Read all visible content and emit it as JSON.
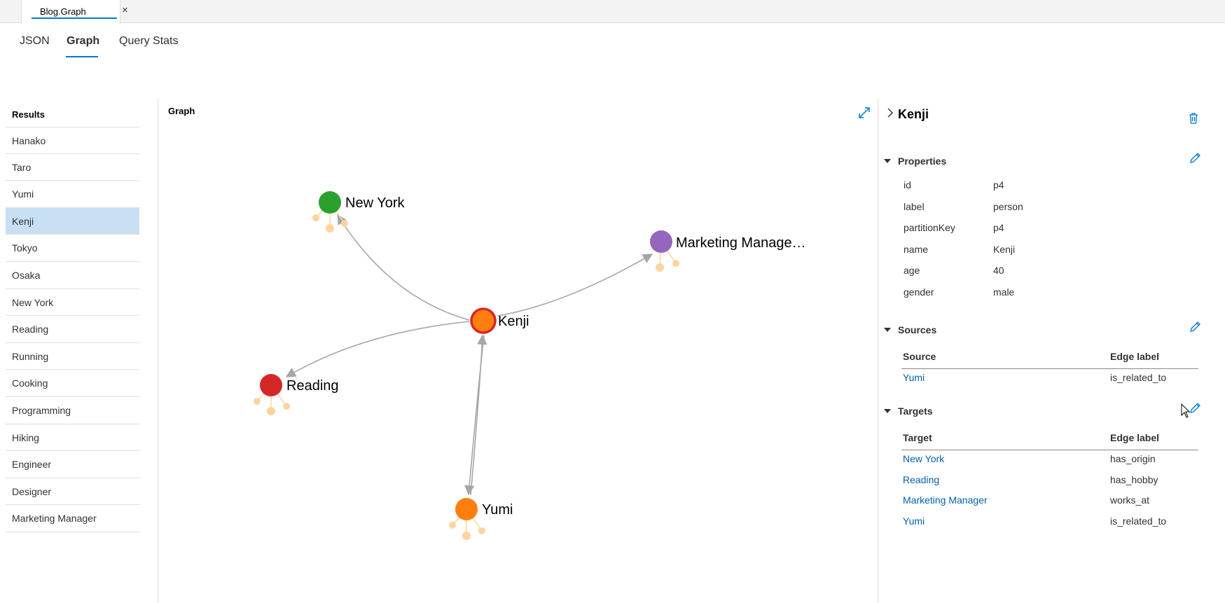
{
  "doc_tab": {
    "label": "Blog.Graph",
    "close": "×"
  },
  "subtabs": [
    {
      "label": "JSON"
    },
    {
      "label": "Graph"
    },
    {
      "label": "Query Stats"
    }
  ],
  "results": {
    "title": "Results",
    "items": [
      "Hanako",
      "Taro",
      "Yumi",
      "Kenji",
      "Tokyo",
      "Osaka",
      "New York",
      "Reading",
      "Running",
      "Cooking",
      "Programming",
      "Hiking",
      "Engineer",
      "Designer",
      "Marketing Manager"
    ],
    "selected": "Kenji"
  },
  "graph": {
    "title": "Graph",
    "nodes": [
      {
        "label": "New York",
        "color": "#2ca02c"
      },
      {
        "label": "Marketing Manage…",
        "color": "#9467bd"
      },
      {
        "label": "Kenji",
        "color": "#ff7f0e",
        "ring": "#d62728"
      },
      {
        "label": "Reading",
        "color": "#d62728"
      },
      {
        "label": "Yumi",
        "color": "#ff7f0e"
      }
    ],
    "edge_color": "#a6a6a6",
    "stub_color": "#fdd49e"
  },
  "details": {
    "title": "Kenji",
    "properties": {
      "header": "Properties",
      "rows": [
        {
          "key": "id",
          "value": "p4"
        },
        {
          "key": "label",
          "value": "person"
        },
        {
          "key": "partitionKey",
          "value": "p4"
        },
        {
          "key": "name",
          "value": "Kenji"
        },
        {
          "key": "age",
          "value": "40"
        },
        {
          "key": "gender",
          "value": "male"
        }
      ]
    },
    "sources": {
      "header": "Sources",
      "col_a": "Source",
      "col_b": "Edge label",
      "rows": [
        {
          "name": "Yumi",
          "edge": "is_related_to"
        }
      ]
    },
    "targets": {
      "header": "Targets",
      "col_a": "Target",
      "col_b": "Edge label",
      "rows": [
        {
          "name": "New York",
          "edge": "has_origin"
        },
        {
          "name": "Reading",
          "edge": "has_hobby"
        },
        {
          "name": "Marketing Manager",
          "edge": "works_at"
        },
        {
          "name": "Yumi",
          "edge": "is_related_to"
        }
      ]
    }
  },
  "colors": {
    "accent": "#0078d4",
    "link": "#0062ad",
    "selected_row": "#c7e0f4"
  }
}
